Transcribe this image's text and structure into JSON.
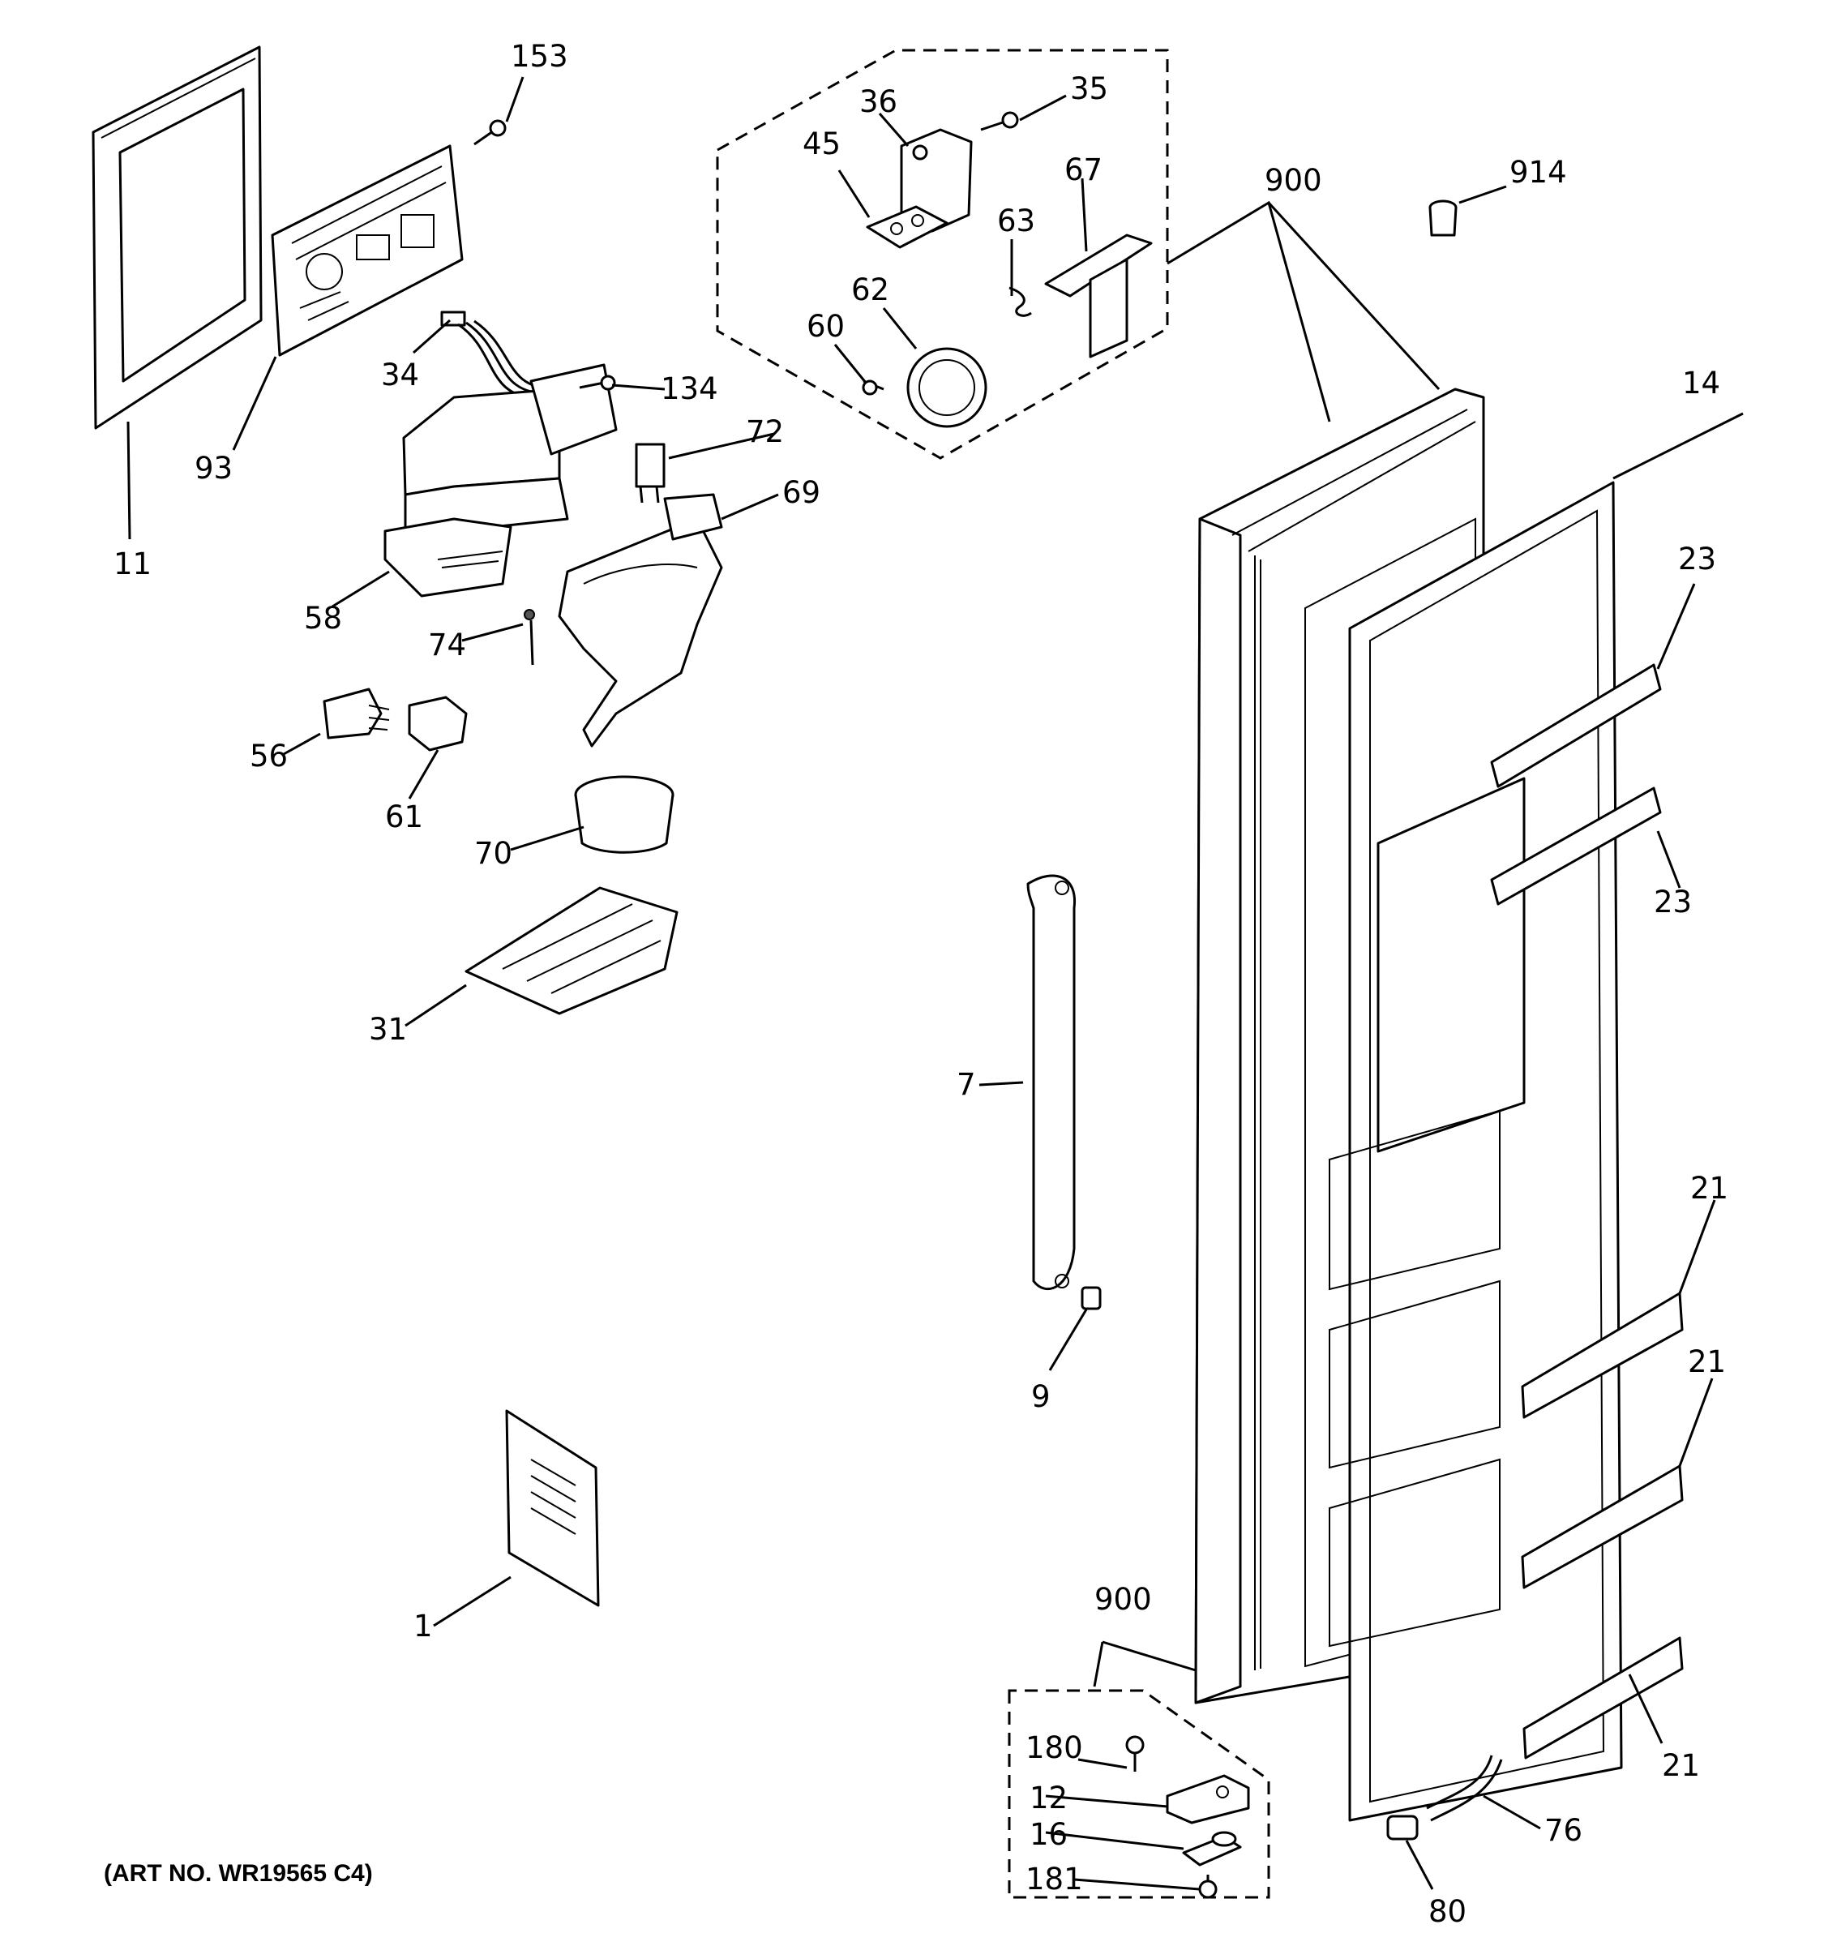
{
  "diagram": {
    "art_number": "(ART NO. WR19565 C4)",
    "callouts": {
      "c153": "153",
      "c35": "35",
      "c36": "36",
      "c45": "45",
      "c67": "67",
      "c63": "63",
      "c62": "62",
      "c60": "60",
      "c900a": "900",
      "c914": "914",
      "c14": "14",
      "c23a": "23",
      "c23b": "23",
      "c11": "11",
      "c93": "93",
      "c34": "34",
      "c134": "134",
      "c72": "72",
      "c69": "69",
      "c58": "58",
      "c74": "74",
      "c56": "56",
      "c61": "61",
      "c70": "70",
      "c31": "31",
      "c7": "7",
      "c9": "9",
      "c21a": "21",
      "c21b": "21",
      "c21c": "21",
      "c1": "1",
      "c900b": "900",
      "c180": "180",
      "c12": "12",
      "c16": "16",
      "c181": "181",
      "c76": "76",
      "c80": "80"
    }
  }
}
